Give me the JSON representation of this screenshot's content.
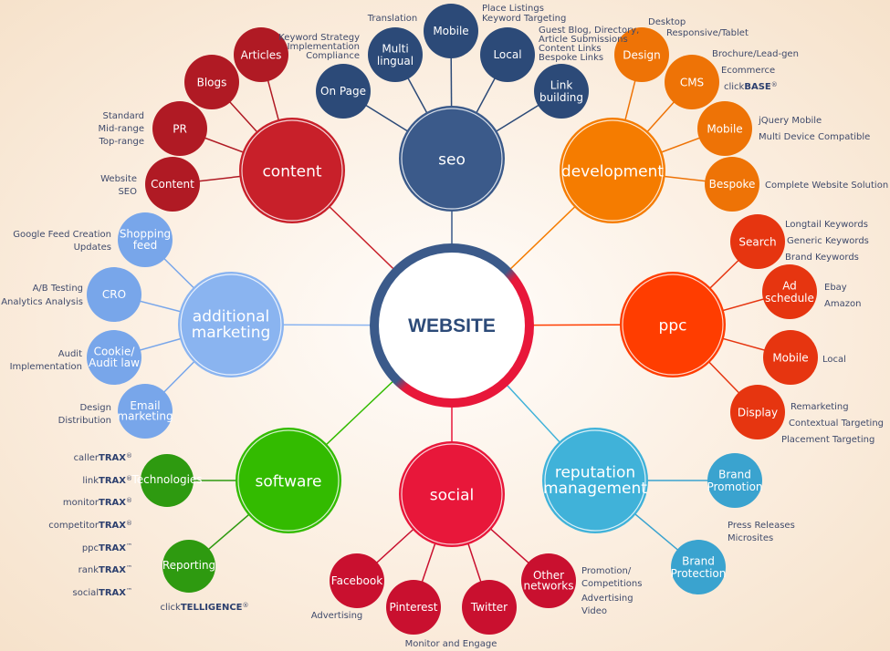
{
  "center": {
    "label": "WEBSITE",
    "ring_colors": [
      "#3b5a8a",
      "#e8173a"
    ]
  },
  "hubs": [
    {
      "id": "content",
      "label": [
        "content"
      ],
      "color": "#c8202a",
      "sub_color": "#b01a24",
      "subs": [
        {
          "label": [
            "Articles"
          ]
        },
        {
          "label": [
            "Blogs"
          ]
        },
        {
          "label": [
            "PR"
          ]
        },
        {
          "label": [
            "Content"
          ]
        }
      ]
    },
    {
      "id": "seo",
      "label": [
        "seo"
      ],
      "color": "#3b5a8a",
      "sub_color": "#2c4a78",
      "subs": [
        {
          "label": [
            "On Page"
          ]
        },
        {
          "label": [
            "Multi",
            "lingual"
          ]
        },
        {
          "label": [
            "Mobile"
          ]
        },
        {
          "label": [
            "Local"
          ]
        },
        {
          "label": [
            "Link",
            "building"
          ]
        }
      ]
    },
    {
      "id": "development",
      "label": [
        "development"
      ],
      "color": "#f57c00",
      "sub_color": "#ee7306",
      "subs": [
        {
          "label": [
            "Design"
          ]
        },
        {
          "label": [
            "CMS"
          ]
        },
        {
          "label": [
            "Mobile"
          ]
        },
        {
          "label": [
            "Bespoke"
          ]
        }
      ]
    },
    {
      "id": "ppc",
      "label": [
        "ppc"
      ],
      "color": "#ff3d00",
      "sub_color": "#e63510",
      "subs": [
        {
          "label": [
            "Search"
          ]
        },
        {
          "label": [
            "Ad",
            "schedule"
          ]
        },
        {
          "label": [
            "Mobile"
          ]
        },
        {
          "label": [
            "Display"
          ]
        }
      ]
    },
    {
      "id": "reputation",
      "label": [
        "reputation",
        "management"
      ],
      "color": "#40b2d9",
      "sub_color": "#3aa3cf",
      "subs": [
        {
          "label": [
            "Brand",
            "Promotion"
          ]
        },
        {
          "label": [
            "Brand",
            "Protection"
          ]
        }
      ]
    },
    {
      "id": "social",
      "label": [
        "social"
      ],
      "color": "#e8173a",
      "sub_color": "#c9102f",
      "subs": [
        {
          "label": [
            "Facebook"
          ]
        },
        {
          "label": [
            "Pinterest"
          ]
        },
        {
          "label": [
            "Twitter"
          ]
        },
        {
          "label": [
            "Other",
            "networks"
          ]
        }
      ]
    },
    {
      "id": "software",
      "label": [
        "software"
      ],
      "color": "#33bb00",
      "sub_color": "#2e9a10",
      "subs": [
        {
          "label": [
            "Technologies"
          ]
        },
        {
          "label": [
            "Reporting"
          ]
        }
      ]
    },
    {
      "id": "additional",
      "label": [
        "additional",
        "marketing"
      ],
      "color": "#8ab4f0",
      "sub_color": "#78a6ea",
      "subs": [
        {
          "label": [
            "Shopping",
            "feed"
          ]
        },
        {
          "label": [
            "CRO"
          ]
        },
        {
          "label": [
            "Cookie/",
            "Audit law"
          ]
        },
        {
          "label": [
            "Email",
            "marketing"
          ]
        }
      ]
    }
  ],
  "notes": [
    "Keyword Strategy",
    "Implementation",
    "Compliance",
    "Translation",
    "Place Listings",
    "Keyword Targeting",
    "Guest Blog, Directory,",
    "Article Submissions",
    "Content Links",
    "Bespoke Links",
    "Standard",
    "Mid-range",
    "Top-range",
    "Website",
    "SEO",
    "Desktop",
    "Responsive/Tablet",
    "Brochure/Lead-gen",
    "Ecommerce",
    "jQuery Mobile",
    "Multi Device Compatible",
    "Complete Website Solution",
    "Longtail Keywords",
    "Generic Keywords",
    "Brand Keywords",
    "Ebay",
    "Amazon",
    "Local",
    "Remarketing",
    "Contextual Targeting",
    "Placement Targeting",
    "Press Releases",
    "Microsites",
    "Promotion/",
    "Competitions",
    "Advertising",
    "Video",
    "Advertising",
    "Monitor and Engage",
    "Google Feed Creation",
    "Updates",
    "A/B Testing",
    "Analytics Analysis",
    "Audit",
    "Implementation",
    "Design",
    "Distribution"
  ],
  "brands": [
    {
      "pre": "click",
      "bold": "BASE",
      "mark": "®"
    },
    {
      "pre": "caller",
      "bold": "TRAX",
      "mark": "®"
    },
    {
      "pre": "link",
      "bold": "TRAX",
      "mark": "®"
    },
    {
      "pre": "monitor",
      "bold": "TRAX",
      "mark": "®"
    },
    {
      "pre": "competitor",
      "bold": "TRAX",
      "mark": "®"
    },
    {
      "pre": "ppc",
      "bold": "TRAX",
      "mark": "™"
    },
    {
      "pre": "rank",
      "bold": "TRAX",
      "mark": "™"
    },
    {
      "pre": "social",
      "bold": "TRAX",
      "mark": "™"
    },
    {
      "pre": "click",
      "bold": "TELLIGENCE",
      "mark": "®"
    }
  ]
}
